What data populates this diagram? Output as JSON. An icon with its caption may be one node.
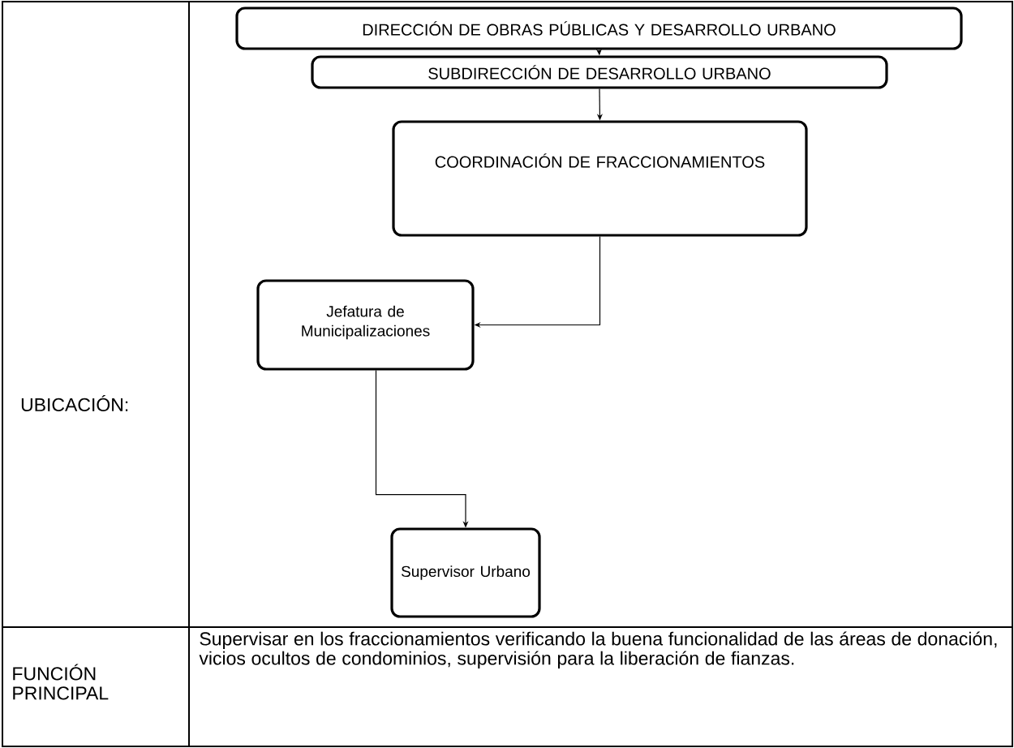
{
  "diagram": {
    "nodes": [
      {
        "text": [
          "DIRECCIÓN DE OBRAS PÚBLICAS Y DESARROLLO URBANO"
        ]
      },
      {
        "text": [
          "SUBDIRECCIÓN DE DESARROLLO URBANO"
        ]
      },
      {
        "text": [
          "COORDINACIÓN DE FRACCIONAMIENTOS"
        ]
      },
      {
        "text": [
          "Jefatura de Municipalizaciones"
        ]
      },
      {
        "text": [
          "Supervisor Urbano"
        ]
      }
    ],
    "edges": [
      {
        "from": 0,
        "to": 1,
        "arrow": "to"
      },
      {
        "from": 1,
        "to": 2,
        "arrow": "to"
      },
      {
        "from": 2,
        "to": 3,
        "arrow": "to"
      },
      {
        "from": 3,
        "to": 4,
        "arrow": "to"
      }
    ],
    "labels": [
      "UBICACIÓN:",
      "FUNCIÓN PRINCIPAL",
      "Supervisar en los fraccionamientos verificando la buena funcionalidad de las áreas de donación, vicios ocultos de condominios, supervisión para la liberación de fianzas."
    ]
  }
}
